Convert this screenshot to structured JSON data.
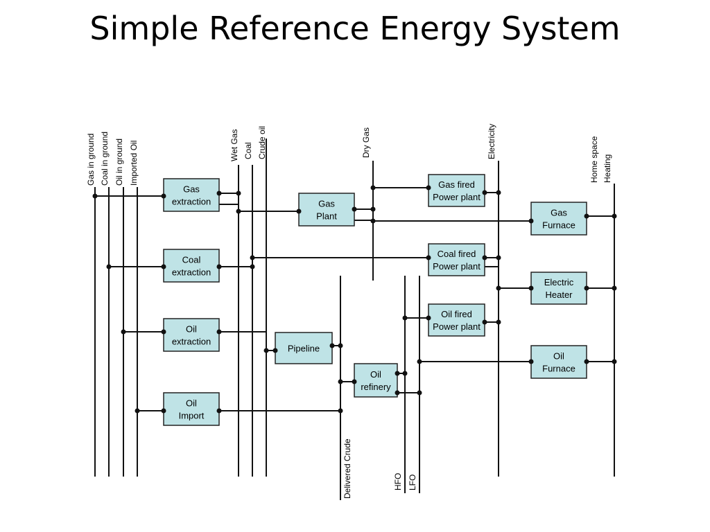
{
  "title": "Simple Reference Energy System",
  "carriers": {
    "gas_in_ground": "Gas in ground",
    "coal_in_ground": "Coal in ground",
    "oil_in_ground": "Oil in ground",
    "imported_oil": "Imported Oil",
    "wet_gas": "Wet Gas",
    "coal": "Coal",
    "crude_oil": "Crude oil",
    "dry_gas": "Dry Gas",
    "electricity": "Electricity",
    "home_space_heating": [
      "Home space",
      "Heating"
    ],
    "delivered_crude": "Delivered Crude",
    "hfo": "HFO",
    "lfo": "LFO"
  },
  "technologies": {
    "gas_extraction": [
      "Gas",
      "extraction"
    ],
    "coal_extraction": [
      "Coal",
      "extraction"
    ],
    "oil_extraction": [
      "Oil",
      "extraction"
    ],
    "oil_import": [
      "Oil",
      "Import"
    ],
    "gas_plant": [
      "Gas",
      "Plant"
    ],
    "pipeline": [
      "Pipeline"
    ],
    "oil_refinery": [
      "Oil",
      "refinery"
    ],
    "gas_fired_power_plant": [
      "Gas fired",
      "Power plant"
    ],
    "coal_fired_power_plant": [
      "Coal fired",
      "Power plant"
    ],
    "oil_fired_power_plant": [
      "Oil fired",
      "Power plant"
    ],
    "gas_furnace": [
      "Gas",
      "Furnace"
    ],
    "electric_heater": [
      "Electric",
      "Heater"
    ],
    "oil_furnace": [
      "Oil",
      "Furnace"
    ]
  }
}
